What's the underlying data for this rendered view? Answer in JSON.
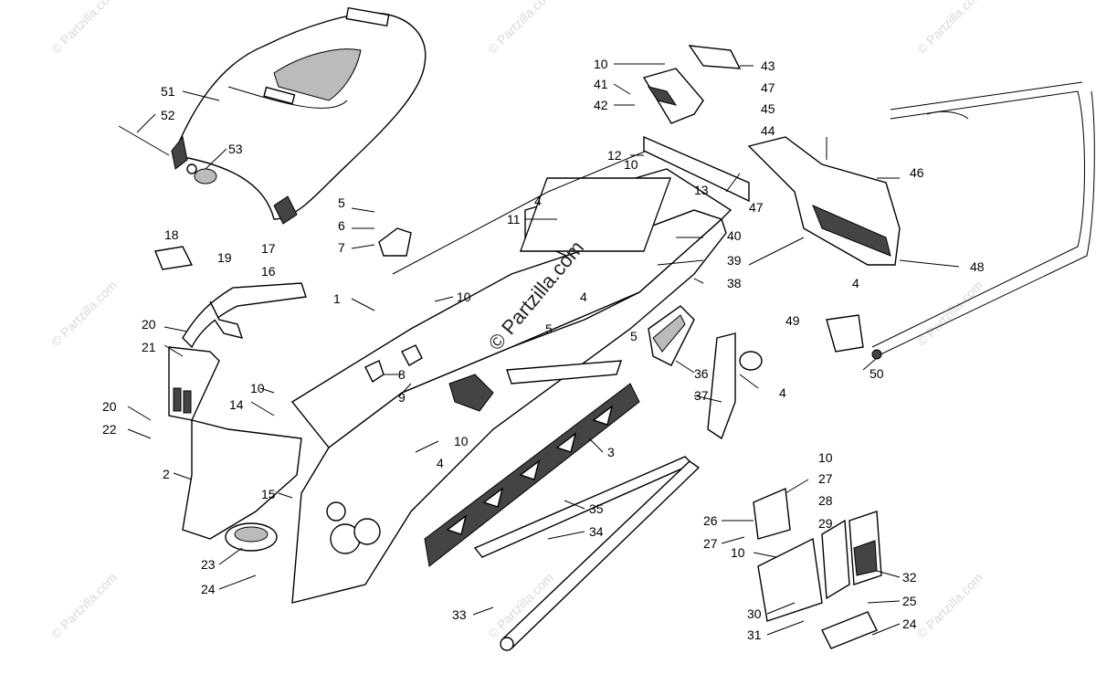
{
  "watermark": {
    "main": "© Partzilla.com",
    "repeat": "© Partzilla.com"
  },
  "part_numbers": [
    "1",
    "2",
    "3",
    "4",
    "5",
    "6",
    "7",
    "8",
    "9",
    "10",
    "11",
    "12",
    "13",
    "14",
    "15",
    "16",
    "17",
    "18",
    "19",
    "20",
    "21",
    "22",
    "23",
    "24",
    "25",
    "26",
    "27",
    "28",
    "29",
    "30",
    "31",
    "32",
    "33",
    "34",
    "35",
    "36",
    "37",
    "38",
    "39",
    "40",
    "41",
    "42",
    "43",
    "44",
    "45",
    "46",
    "47",
    "48",
    "49",
    "50",
    "51",
    "52",
    "53"
  ],
  "callouts": [
    {
      "label": "51"
    },
    {
      "label": "52"
    },
    {
      "label": "53"
    },
    {
      "label": "10"
    },
    {
      "label": "41"
    },
    {
      "label": "42"
    },
    {
      "label": "43"
    },
    {
      "label": "47"
    },
    {
      "label": "45"
    },
    {
      "label": "44"
    },
    {
      "label": "46"
    },
    {
      "label": "12"
    },
    {
      "label": "10"
    },
    {
      "label": "13"
    },
    {
      "label": "4"
    },
    {
      "label": "11"
    },
    {
      "label": "40"
    },
    {
      "label": "39"
    },
    {
      "label": "47"
    },
    {
      "label": "38"
    },
    {
      "label": "48"
    },
    {
      "label": "5"
    },
    {
      "label": "6"
    },
    {
      "label": "7"
    },
    {
      "label": "18"
    },
    {
      "label": "19"
    },
    {
      "label": "17"
    },
    {
      "label": "16"
    },
    {
      "label": "1"
    },
    {
      "label": "10"
    },
    {
      "label": "4"
    },
    {
      "label": "5"
    },
    {
      "label": "5"
    },
    {
      "label": "4"
    },
    {
      "label": "49"
    },
    {
      "label": "20"
    },
    {
      "label": "21"
    },
    {
      "label": "8"
    },
    {
      "label": "9"
    },
    {
      "label": "36"
    },
    {
      "label": "37"
    },
    {
      "label": "4"
    },
    {
      "label": "50"
    },
    {
      "label": "10"
    },
    {
      "label": "14"
    },
    {
      "label": "20"
    },
    {
      "label": "22"
    },
    {
      "label": "10"
    },
    {
      "label": "4"
    },
    {
      "label": "3"
    },
    {
      "label": "2"
    },
    {
      "label": "15"
    },
    {
      "label": "10"
    },
    {
      "label": "27"
    },
    {
      "label": "28"
    },
    {
      "label": "26"
    },
    {
      "label": "29"
    },
    {
      "label": "27"
    },
    {
      "label": "10"
    },
    {
      "label": "35"
    },
    {
      "label": "34"
    },
    {
      "label": "23"
    },
    {
      "label": "24"
    },
    {
      "label": "32"
    },
    {
      "label": "25"
    },
    {
      "label": "30"
    },
    {
      "label": "24"
    },
    {
      "label": "31"
    },
    {
      "label": "33"
    }
  ]
}
